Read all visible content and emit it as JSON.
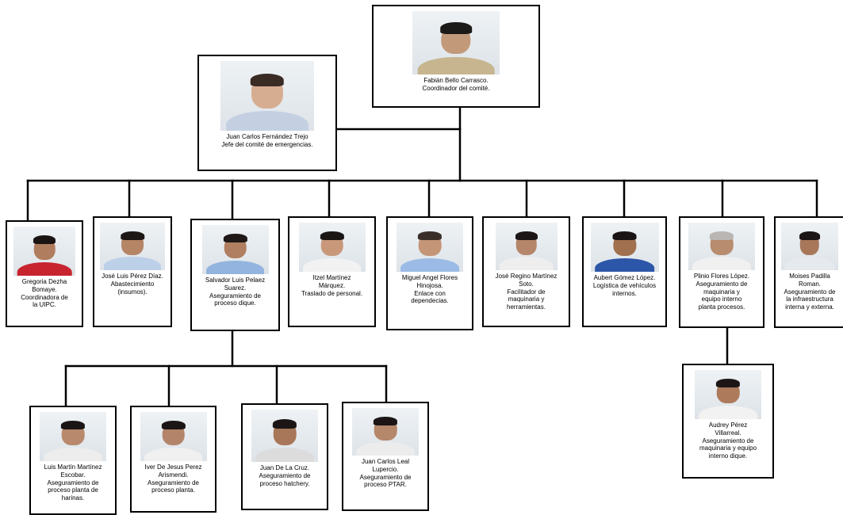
{
  "nodes": [
    {
      "id": "fabian",
      "caption": "Fabián Bello Carrasco.\nCoordinador del comité.",
      "photo": {
        "skin": "#c29a7a",
        "hair": "#1c1a19",
        "shirt": "#c7b58f"
      }
    },
    {
      "id": "juan-carlos-fernandez",
      "caption": "Juan Carlos Fernández Trejo\nJefe del comité de emergencias.",
      "photo": {
        "skin": "#d7ad92",
        "hair": "#3a2b24",
        "shirt": "#c4d0e2"
      }
    },
    {
      "id": "gregoria",
      "caption": "Gregoria Dezha\nBomaye.\nCoordinadora de\nla UIPC.",
      "photo": {
        "skin": "#b07d5e",
        "hair": "#1a1413",
        "shirt": "#c8242f"
      }
    },
    {
      "id": "jose-luis",
      "caption": "José Luis Pérez Díaz.\nAbastecimiento\n(insumos).",
      "photo": {
        "skin": "#b58566",
        "hair": "#1d1816",
        "shirt": "#bcd0e8"
      }
    },
    {
      "id": "salvador",
      "caption": "Salvador Luis Pelaez\nSuarez.\nAseguramiento de\nproceso dique.",
      "photo": {
        "skin": "#b07e60",
        "hair": "#1f1917",
        "shirt": "#93b4de"
      }
    },
    {
      "id": "itzel",
      "caption": "Itzel Martínez\nMárquez.\nTraslado de personal.",
      "photo": {
        "skin": "#c9987a",
        "hair": "#1b1514",
        "shirt": "#f2f2f2"
      }
    },
    {
      "id": "miguel",
      "caption": "Miguel Angel Flores\nHinojosa.\nEnlace con\ndependecias.",
      "photo": {
        "skin": "#c49576",
        "hair": "#3a2e29",
        "shirt": "#9bbbe6"
      }
    },
    {
      "id": "jose-regino",
      "caption": "José Regino Martínez\nSoto.\nFacilitador de\nmaquinaria y\nherramientas.",
      "photo": {
        "skin": "#b5866a",
        "hair": "#1c1716",
        "shirt": "#eeeeee"
      }
    },
    {
      "id": "aubert",
      "caption": "Aubert Gómez López.\nLogística de vehículos\ninternos.",
      "photo": {
        "skin": "#a0704f",
        "hair": "#1a1514",
        "shirt": "#2c56a8"
      }
    },
    {
      "id": "plinio",
      "caption": "Plinio Flores López.\nAseguramiento de\nmaquinaria y\nequipo interno\nplanta procesos.",
      "photo": {
        "skin": "#b88c6e",
        "hair": "#b9b6b3",
        "shirt": "#f0f0f0"
      }
    },
    {
      "id": "moises",
      "caption": "Moises Padilla\nRoman.\nAseguramiento de\nla infraestructura\ninterna y externa.",
      "photo": {
        "skin": "#a8775a",
        "hair": "#1b1615",
        "shirt": "#e6e9ee"
      }
    },
    {
      "id": "audrey",
      "caption": "Audrey Pérez\nVillarreal.\nAseguramiento de\nmaquinaria y equipo\ninterno dique.",
      "photo": {
        "skin": "#ad7b5c",
        "hair": "#1c1716",
        "shirt": "#f2f2f2"
      }
    },
    {
      "id": "luis-martin",
      "caption": "Luis Martín Martínez\nEscobar.\nAseguramiento de\nproceso planta de\nharinas.",
      "photo": {
        "skin": "#b8896c",
        "hair": "#1b1615",
        "shirt": "#ededed"
      }
    },
    {
      "id": "iver",
      "caption": "Iver De Jesus Perez\nArismendi.\nAseguramiento de\nproceso planta.",
      "photo": {
        "skin": "#b3846a",
        "hair": "#1b1615",
        "shirt": "#f0f0f0"
      }
    },
    {
      "id": "juan-de-la-cruz",
      "caption": "Juan De La Cruz.\nAseguramiento de\nproceso hatchery.",
      "photo": {
        "skin": "#a87659",
        "hair": "#1b1615",
        "shirt": "#dcdcdc"
      }
    },
    {
      "id": "juan-carlos-leal",
      "caption": "Juan Carlos Leal\nLupercio.\nAseguramiento de\nproceso PTAR.",
      "photo": {
        "skin": "#b5876b",
        "hair": "#1b1615",
        "shirt": "#ececec"
      }
    }
  ],
  "colors": {
    "line": "#000000",
    "border": "#000000",
    "background": "#ffffff"
  }
}
